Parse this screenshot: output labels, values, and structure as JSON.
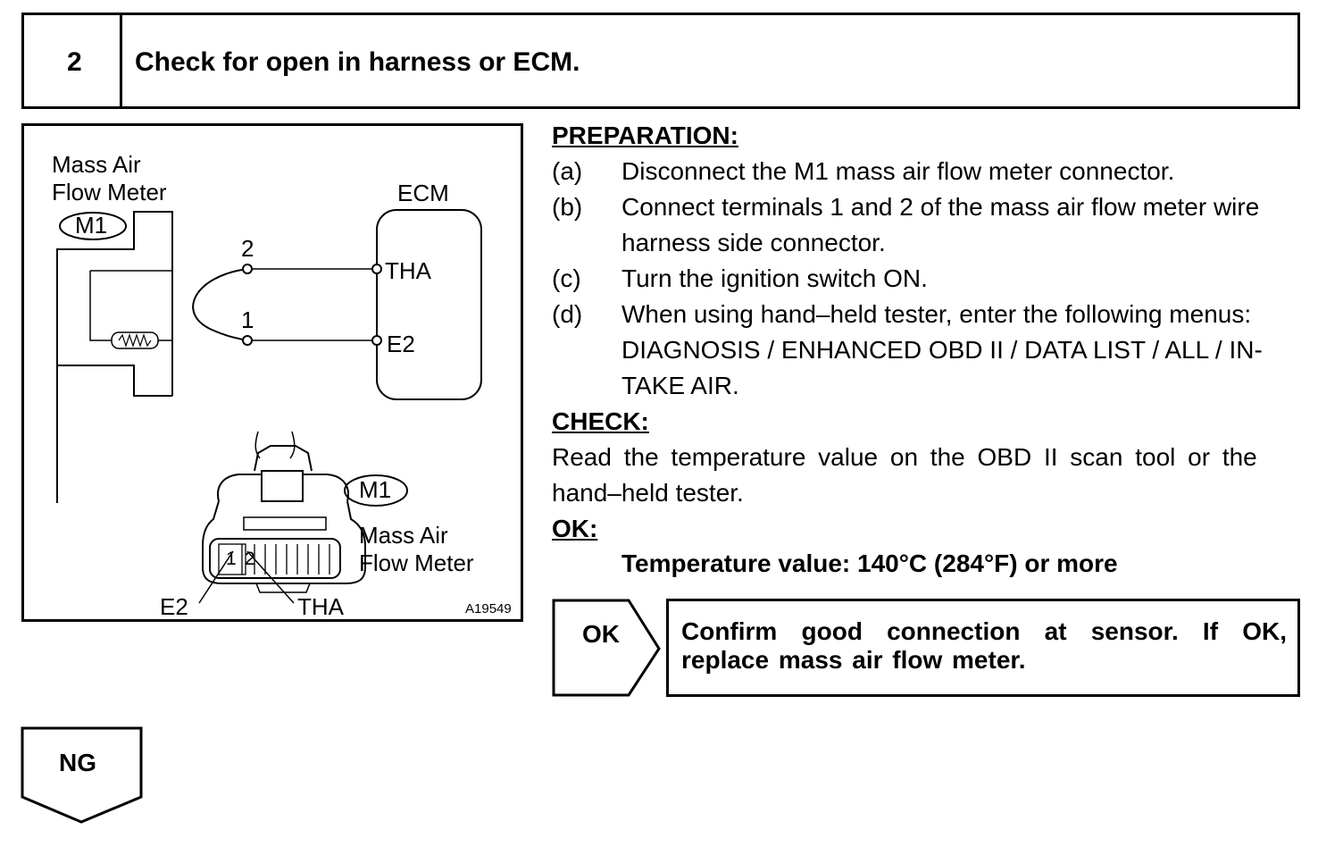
{
  "header": {
    "step_number": "2",
    "title": "Check for open in harness or ECM."
  },
  "diagram": {
    "meter_label_line1": "Mass Air",
    "meter_label_line2": "Flow Meter",
    "connector_badge": "M1",
    "ecm_label": "ECM",
    "pin_2": "2",
    "pin_1": "1",
    "ecm_terminal_tha": "THA",
    "ecm_terminal_e2": "E2",
    "connector_badge_2": "M1",
    "connector_label_line1": "Mass Air",
    "connector_label_line2": "Flow Meter",
    "connector_pin_1": "1",
    "connector_pin_2": "2",
    "pin_label_e2": "E2",
    "pin_label_tha": "THA",
    "figure_id": "A19549"
  },
  "preparation": {
    "heading": "PREPARATION:",
    "steps": [
      {
        "marker": "(a)",
        "lines": [
          "Disconnect the M1 mass air flow meter connector."
        ]
      },
      {
        "marker": "(b)",
        "lines": [
          "Connect terminals 1 and 2 of the mass air flow meter wire",
          "harness side connector."
        ]
      },
      {
        "marker": "(c)",
        "lines": [
          "Turn the ignition switch ON."
        ]
      },
      {
        "marker": "(d)",
        "lines": [
          "When using hand–held tester, enter the following menus:",
          "DIAGNOSIS / ENHANCED OBD II / DATA LIST / ALL / IN-",
          "TAKE AIR."
        ]
      }
    ]
  },
  "check": {
    "heading": "CHECK:",
    "lines": [
      "Read the temperature value on the OBD II scan tool or the",
      "hand–held tester."
    ]
  },
  "ok": {
    "heading": "OK:",
    "spec": "Temperature value: 140°C (284°F) or more"
  },
  "ok_branch": {
    "label": "OK",
    "action": "Confirm good connection at sensor. If OK, replace mass air flow meter."
  },
  "ng_branch": {
    "label": "NG"
  }
}
